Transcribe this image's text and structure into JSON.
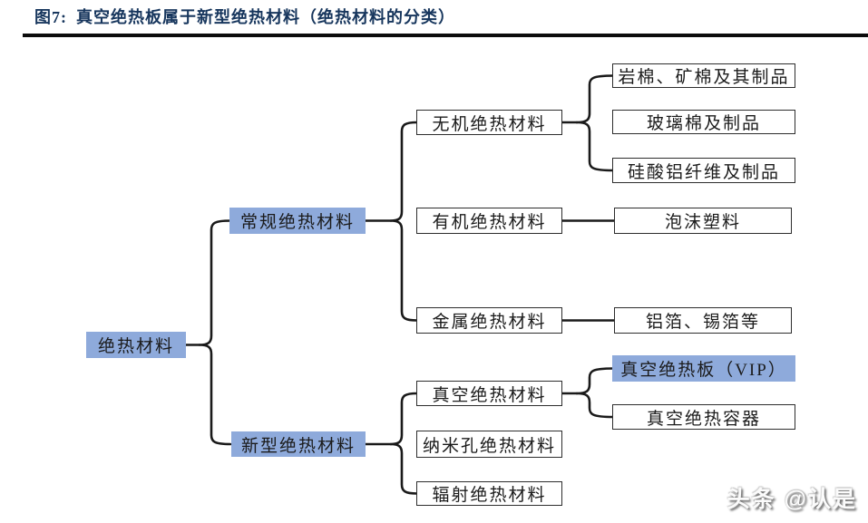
{
  "header": {
    "figure_label": "图7:",
    "title": "真空绝热板属于新型绝热材料（绝热材料的分类）"
  },
  "watermark": {
    "text": "头条 @认是"
  },
  "colors": {
    "title_navy": "#17365D",
    "highlight_blue": "#8EAADB",
    "line_black": "#1a1a1a",
    "box_border": "#2d2d2d"
  },
  "diagram": {
    "nodes": [
      {
        "label": "绝热材料",
        "highlighted": true
      },
      {
        "label": "常规绝热材料",
        "highlighted": true
      },
      {
        "label": "新型绝热材料",
        "highlighted": true
      },
      {
        "label": "无机绝热材料",
        "highlighted": false
      },
      {
        "label": "有机绝热材料",
        "highlighted": false
      },
      {
        "label": "金属绝热材料",
        "highlighted": false
      },
      {
        "label": "真空绝热材料",
        "highlighted": false
      },
      {
        "label": "纳米孔绝热材料",
        "highlighted": false
      },
      {
        "label": "辐射绝热材料",
        "highlighted": false
      },
      {
        "label": "岩棉、矿棉及其制品",
        "highlighted": false
      },
      {
        "label": "玻璃棉及制品",
        "highlighted": false
      },
      {
        "label": "硅酸铝纤维及制品",
        "highlighted": false
      },
      {
        "label": "泡沫塑料",
        "highlighted": false
      },
      {
        "label": "铝箔、锡箔等",
        "highlighted": false
      },
      {
        "label": "真空绝热板（VIP）",
        "highlighted": true
      },
      {
        "label": "真空绝热容器",
        "highlighted": false
      }
    ]
  }
}
